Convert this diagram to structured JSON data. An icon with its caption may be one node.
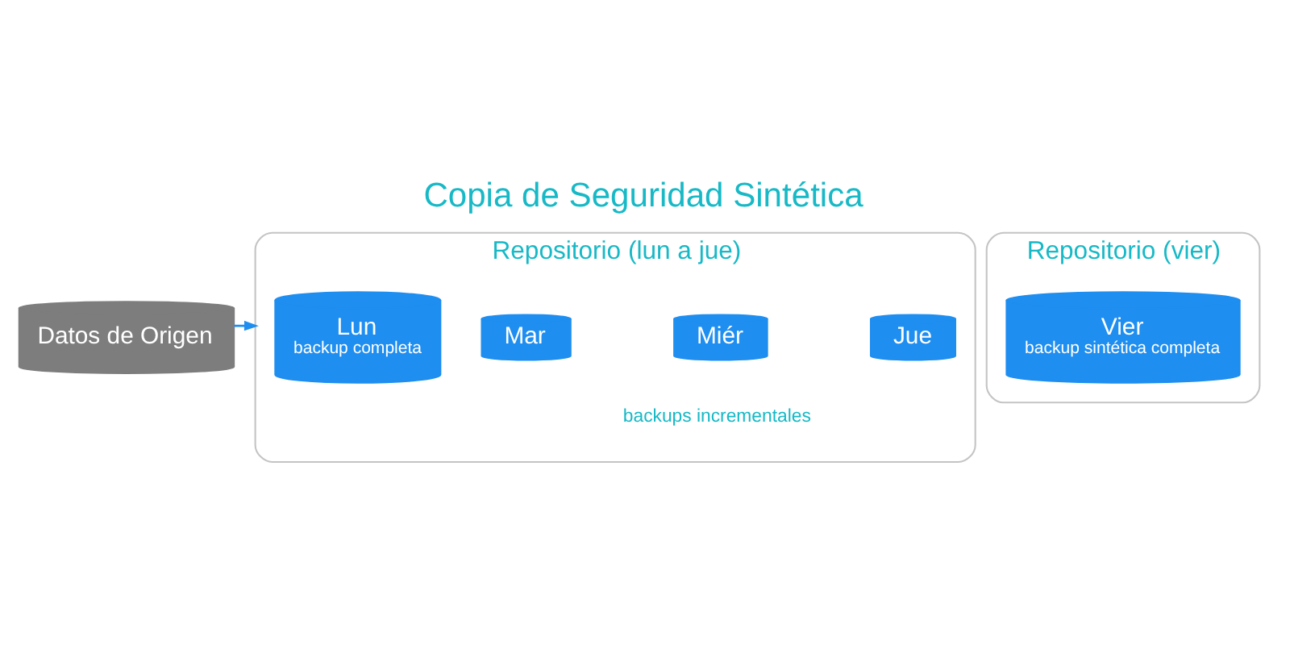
{
  "diagram": {
    "title": "Copia de Seguridad Sintética",
    "nodes": [
      {
        "text": [
          "Datos de Origen"
        ]
      },
      {
        "text": [
          "Repositorio (lun a jue)"
        ]
      },
      {
        "text": [
          "Lun",
          "backup completa"
        ],
        "in": 1
      },
      {
        "text": [
          "Mar"
        ],
        "in": 1
      },
      {
        "text": [
          "Miér"
        ],
        "in": 1
      },
      {
        "text": [
          "Jue"
        ],
        "in": 1
      },
      {
        "text": [
          "Repositorio (vier)"
        ]
      },
      {
        "text": [
          "Vier",
          "backup sintética completa"
        ],
        "in": 6
      }
    ],
    "edges": [
      {
        "from": 0,
        "to": 1,
        "arrow": "to"
      }
    ],
    "labels": [
      "backups incrementales"
    ]
  }
}
